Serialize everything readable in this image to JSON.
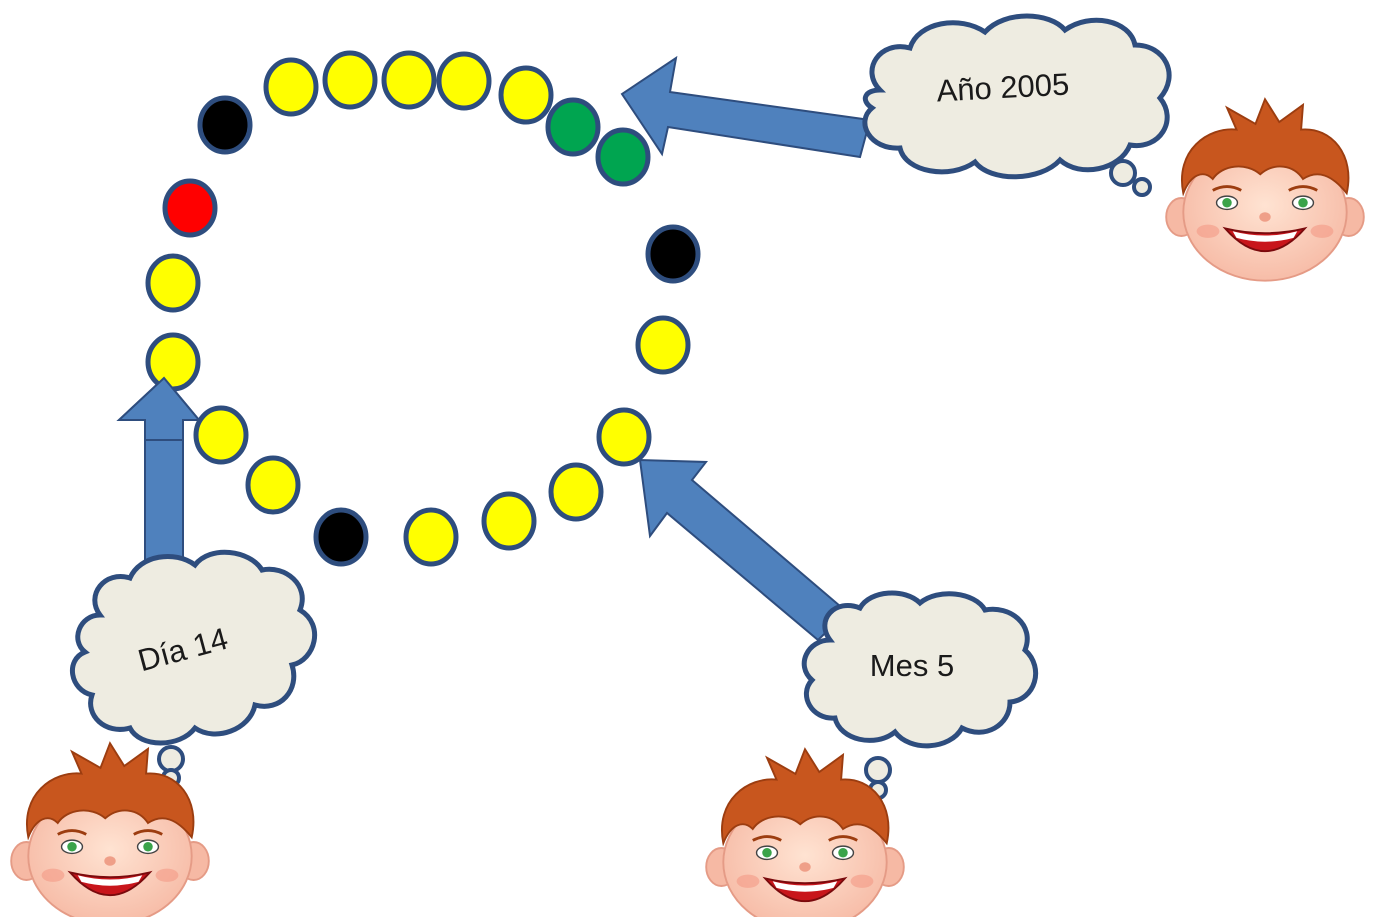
{
  "bubbles": {
    "year": "Año 2005",
    "day": "Día 14",
    "month": "Mes 5"
  },
  "bead_colors": {
    "yellow": "#ffff00",
    "black": "#000000",
    "green": "#00a550",
    "red": "#ff0000",
    "outline": "#2e4d7e"
  },
  "arrow_color": "#4f81bd",
  "cloud_fill": "#eeece1",
  "beads": [
    {
      "color": "black"
    },
    {
      "color": "yellow"
    },
    {
      "color": "yellow"
    },
    {
      "color": "yellow"
    },
    {
      "color": "yellow"
    },
    {
      "color": "yellow"
    },
    {
      "color": "green"
    },
    {
      "color": "green"
    },
    {
      "color": "black"
    },
    {
      "color": "yellow"
    },
    {
      "color": "yellow"
    },
    {
      "color": "yellow"
    },
    {
      "color": "yellow"
    },
    {
      "color": "yellow"
    },
    {
      "color": "black"
    },
    {
      "color": "yellow"
    },
    {
      "color": "yellow"
    },
    {
      "color": "yellow"
    },
    {
      "color": "yellow"
    },
    {
      "color": "red"
    }
  ]
}
